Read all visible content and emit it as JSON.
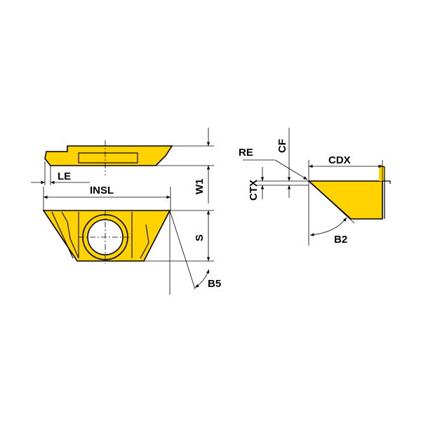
{
  "diagram": {
    "labels": {
      "le": "LE",
      "insl": "INSL",
      "w1": "W1",
      "s": "S",
      "b5": "B5",
      "re": "RE",
      "cf": "CF",
      "ctx": "CTX",
      "cdx": "CDX",
      "b2": "B2"
    },
    "colors": {
      "insert_fill": "#ffd200",
      "line": "#000000",
      "background": "#ffffff"
    }
  }
}
